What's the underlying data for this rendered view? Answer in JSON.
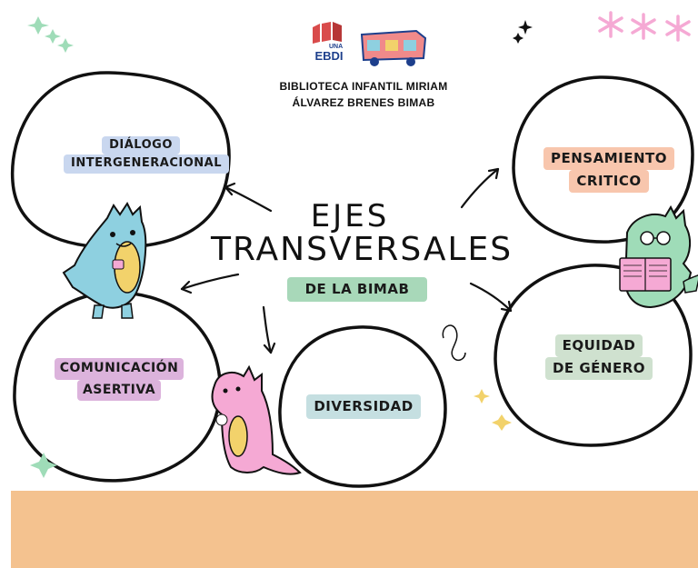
{
  "header": {
    "logo_una_text": "EBDI",
    "logo_una_small": "UNA",
    "library_line1": "BIBLIOTECA INFANTIL MIRIAM",
    "library_line2": "ÁLVAREZ BRENES BIMAB"
  },
  "center": {
    "title_line1": "EJES",
    "title_line2": "TRANSVERSALES",
    "subtitle": "DE LA BIMAB"
  },
  "nodes": {
    "dialogo": {
      "line1": "DIÁLOGO",
      "line2": "INTERGENERACIONAL"
    },
    "pensamiento": {
      "line1": "PENSAMIENTO",
      "line2": "CRITICO"
    },
    "comunicacion": {
      "line1": "COMUNICACIÓN",
      "line2": "ASERTIVA"
    },
    "diversidad": {
      "line1": "DIVERSIDAD"
    },
    "equidad": {
      "line1": "EQUIDAD",
      "line2": "DE GÉNERO"
    }
  },
  "colors": {
    "dialogo_pill": "#c9d7ef",
    "pensamiento_pill": "#f8c6ad",
    "comunicacion_pill": "#dcb3dc",
    "diversidad_pill": "#c5dfe1",
    "equidad_pill": "#cfe1cf",
    "subtitle_pill": "#a8d8b9",
    "bottom_band": "#f4c28f",
    "sparkle_green": "#9fdcb8",
    "sparkle_pink": "#f5a9d4",
    "sparkle_yellow": "#f2d26b"
  }
}
